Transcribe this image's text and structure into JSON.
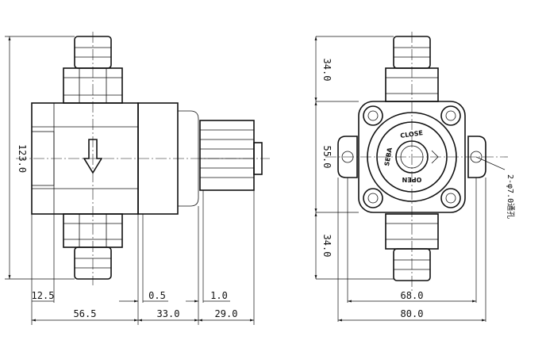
{
  "dimensions": {
    "overall_height": "123.0",
    "d_12_5": "12.5",
    "d_56_5": "56.5",
    "d_0_5": "0.5",
    "d_33_0": "33.0",
    "d_1_0": "1.0",
    "d_29_0": "29.0",
    "top_34": "34.0",
    "mid_55": "55.0",
    "bottom_34": "34.0",
    "d_68": "68.0",
    "d_80": "80.0"
  },
  "knob": {
    "close_label": "CLOSE",
    "open_label": "OPEN",
    "brand_label": "SEBA"
  },
  "hole_note": "2-φ7.0通孔"
}
